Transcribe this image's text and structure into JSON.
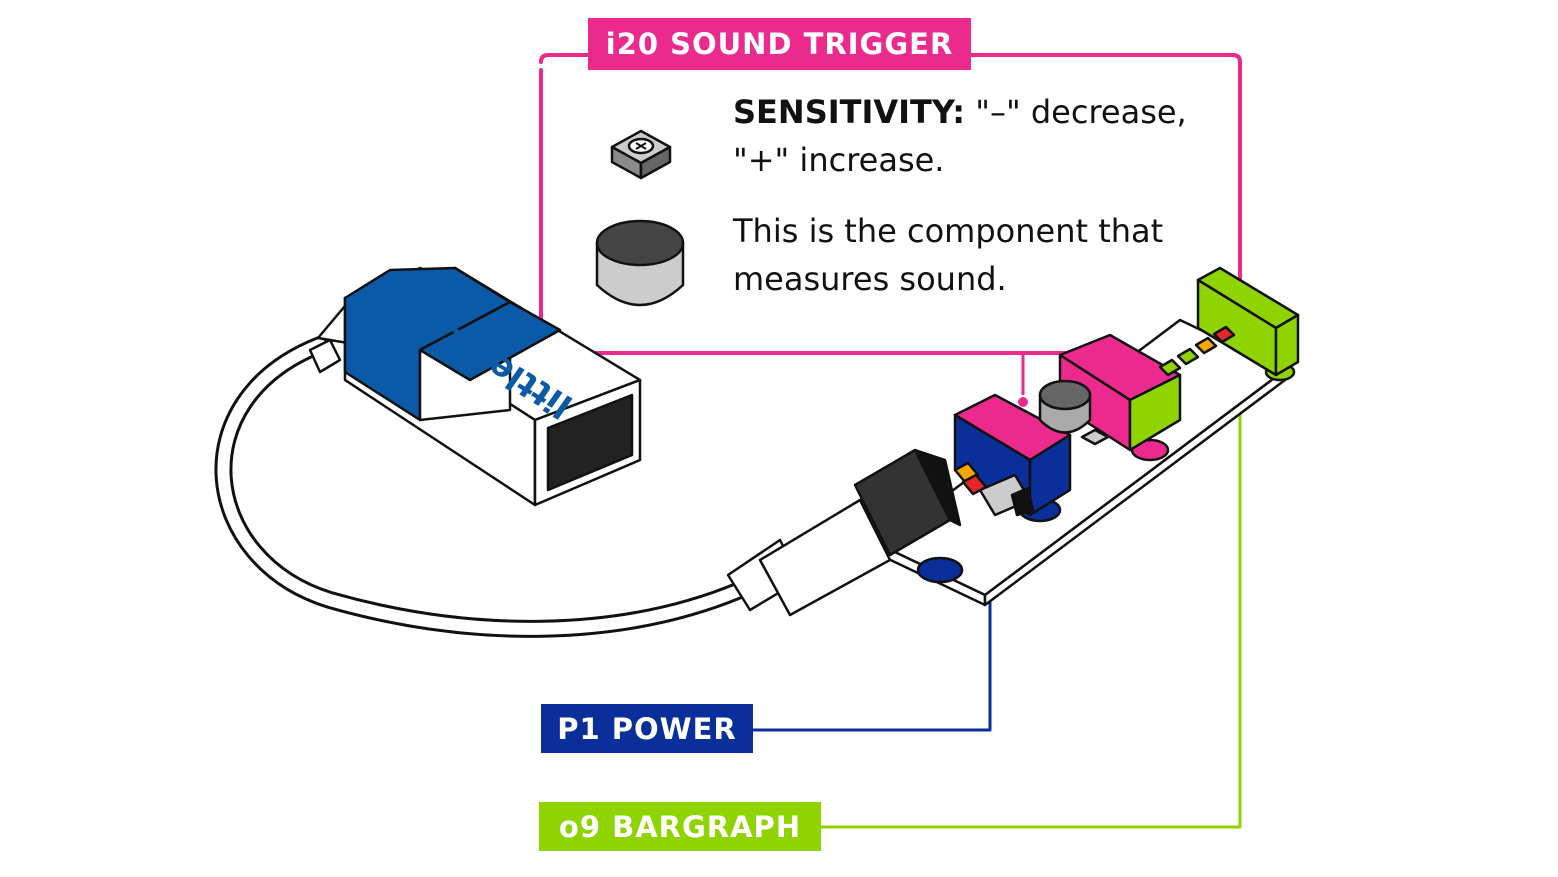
{
  "modules": {
    "sound_trigger": {
      "label": "i20 SOUND TRIGGER",
      "color": "#ec2a8e"
    },
    "power": {
      "label": "P1 POWER",
      "color": "#0b2f9a"
    },
    "bargraph": {
      "label": "o9 BARGRAPH",
      "color": "#8fd400"
    }
  },
  "callout": {
    "sensitivity_term": "SENSITIVITY:",
    "sensitivity_text": " \"–\" decrease, \"+\" increase.",
    "microphone_text": "This is the component that measures sound."
  },
  "battery": {
    "brand": "littleBits",
    "color": "#0b5aa8"
  },
  "icons": [
    "sensitivity-knob-icon",
    "microphone-icon"
  ],
  "colors": {
    "outline": "#111111",
    "orange_led": "#f7a800",
    "red_led": "#e5252a",
    "green_led": "#8fd400"
  }
}
